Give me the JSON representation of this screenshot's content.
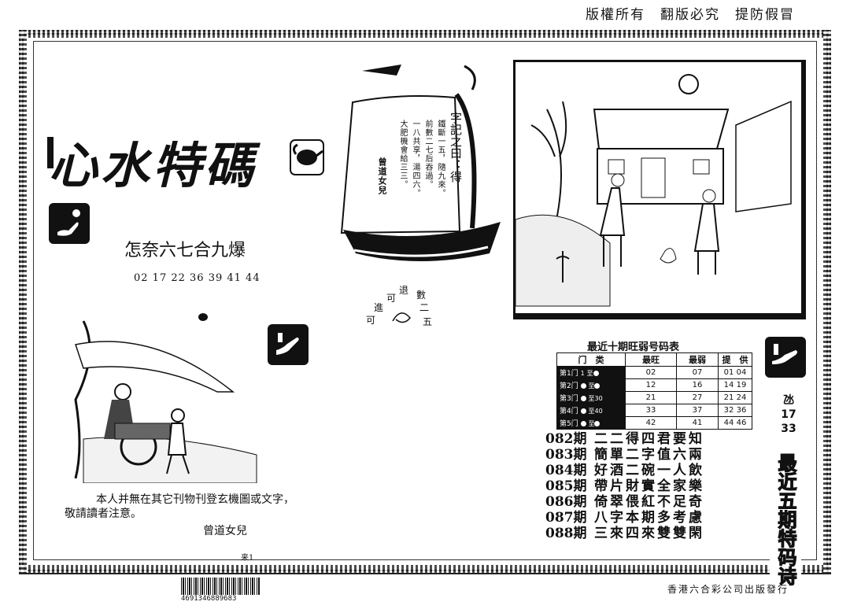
{
  "header": {
    "notice": "版權所有　翻版必究　提防假冒"
  },
  "title": {
    "main": "心水特碼",
    "subtitle": "怎奈六七合九爆",
    "numbers": "02 17 22 36 39 41 44"
  },
  "ship_poem": {
    "head": "字記之曰：得",
    "lines": [
      "鐵斷一五，隨九來。",
      "前數二七后吞過。",
      "一八共享，湯四六。",
      "大肥機會給三三。"
    ],
    "signature": "曾道女兒"
  },
  "jintui": {
    "tui": "退",
    "shu": "數",
    "ke1": "可",
    "jin": "進",
    "ke2": "可",
    "er": "二",
    "wu": "五"
  },
  "note": {
    "line1": "本人并無在其它刊物刊登玄機圖或文字，",
    "line2": "敬請讀者注意。",
    "signature": "曾道女兒"
  },
  "table": {
    "title": "最近十期旺弱号码表",
    "headers": [
      "门　类",
      "最旺",
      "最弱",
      "提　供"
    ],
    "rows": [
      {
        "door": "第1门",
        "range_from": "1",
        "range_to": "",
        "hot": "02",
        "cold": "07",
        "provide": "01 04"
      },
      {
        "door": "第2门",
        "range_from": "",
        "range_to": "",
        "hot": "12",
        "cold": "16",
        "provide": "14 19"
      },
      {
        "door": "第3门",
        "range_from": "",
        "range_to": "30",
        "hot": "21",
        "cold": "27",
        "provide": "21 24"
      },
      {
        "door": "第4门",
        "range_from": "",
        "range_to": "40",
        "hot": "33",
        "cold": "37",
        "provide": "32 36"
      },
      {
        "door": "第5门",
        "range_from": "",
        "range_to": "",
        "hot": "42",
        "cold": "41",
        "provide": "44 46"
      }
    ],
    "to_label": "至"
  },
  "poems": [
    {
      "period": "082期",
      "text": "二二得四君要知"
    },
    {
      "period": "083期",
      "text": "簡單二字值六兩"
    },
    {
      "period": "084期",
      "text": "好酒二碗一人飲"
    },
    {
      "period": "085期",
      "text": "帶片財實全家樂"
    },
    {
      "period": "086期",
      "text": "倚翠偎紅不足奇"
    },
    {
      "period": "087期",
      "text": "八字本期多考慮"
    },
    {
      "period": "088期",
      "text": "三來四來雙雙閑"
    }
  ],
  "side": {
    "code": "氹",
    "num1": "17",
    "num2": "33",
    "vertical": "最近五期特码诗"
  },
  "footer": {
    "barcode_number": "4691346889683",
    "mark": "来1",
    "publisher": "香港六合彩公司出版發行"
  },
  "icons": [
    "hand-tea-icon",
    "hand-point-icon",
    "hand-point-icon"
  ]
}
